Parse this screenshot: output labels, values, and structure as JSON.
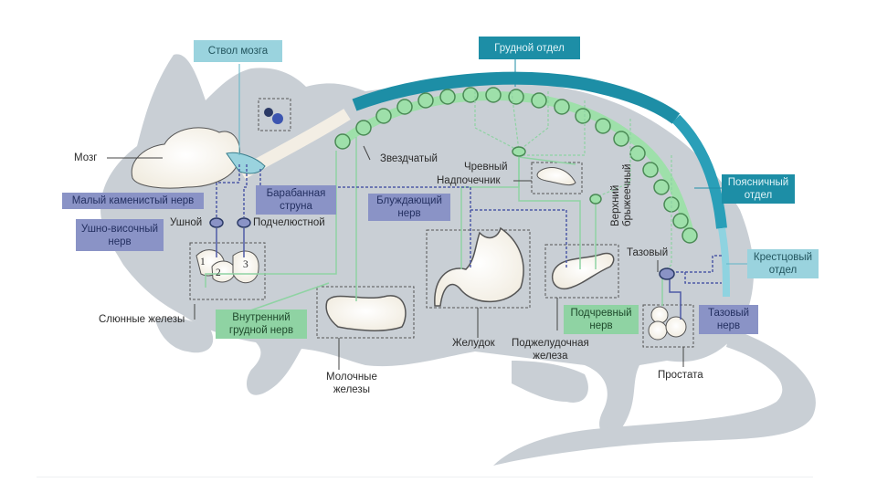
{
  "title": "Вегетативная иннервация органов мыши",
  "colors": {
    "body": "#c9cfd5",
    "thoracic": "#1d8ea6",
    "lumbar": "#2a9fb8",
    "sacral": "#8fd3e0",
    "sympathetic": "#8fd3a3",
    "parasympathetic": "#4e5aa6",
    "organ": "#fbf8f1"
  },
  "labels": {
    "brainstem": "Ствол мозга",
    "brain": "Мозг",
    "thoracic": "Грудной отдел",
    "lumbar": "Поясничный\nотдел",
    "sacral": "Крестцовый\nотдел",
    "lesser_petrosal": "Малый каменистый нерв",
    "chorda_tympani": "Барабанная\nструна",
    "auriculotemporal": "Ушно-височный\nнерв",
    "otic": "Ушной",
    "submandibular": "Подчелюстной",
    "vagus": "Блуждающий\nнерв",
    "stellate": "Звездчатый",
    "celiac": "Чревный",
    "adrenal": "Надпочечник",
    "superior_mesenteric": "Верхний\nбрыжеечный",
    "pelvic_ganglion": "Тазовый",
    "salivary": "Слюнные железы",
    "internal_thoracic": "Внутренний\nгрудной нерв",
    "mammary": "Молочные\nжелезы",
    "stomach": "Желудок",
    "pancreas": "Поджелудочная\nжелеза",
    "hypogastric": "Подчревный\nнерв",
    "pelvic_nerve": "Тазовый\nнерв",
    "prostate": "Простата",
    "gland_numbers": [
      "1",
      "2",
      "3"
    ]
  }
}
